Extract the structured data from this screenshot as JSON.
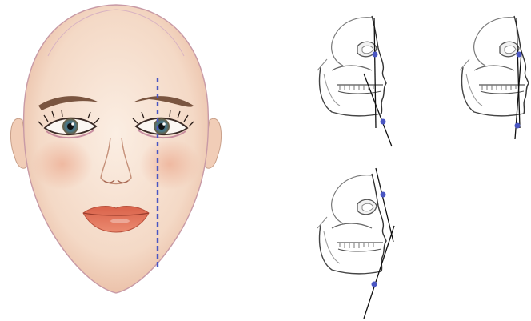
{
  "figure": {
    "face": {
      "guide_line": "dashed-vertical",
      "guide_color": "#4a56c2",
      "skin_tone": "#f6e1cf",
      "iris_color": "#4a7a8c",
      "lip_color": "#df6a50"
    },
    "profiles": [
      {
        "id": "profile-top-left",
        "line_style": "solid",
        "markers": 2
      },
      {
        "id": "profile-top-right",
        "line_style": "solid",
        "markers": 2
      },
      {
        "id": "profile-bottom",
        "line_style": "solid",
        "markers": 2
      }
    ],
    "marker_color": "#4a56c2",
    "line_color": "#111111"
  }
}
